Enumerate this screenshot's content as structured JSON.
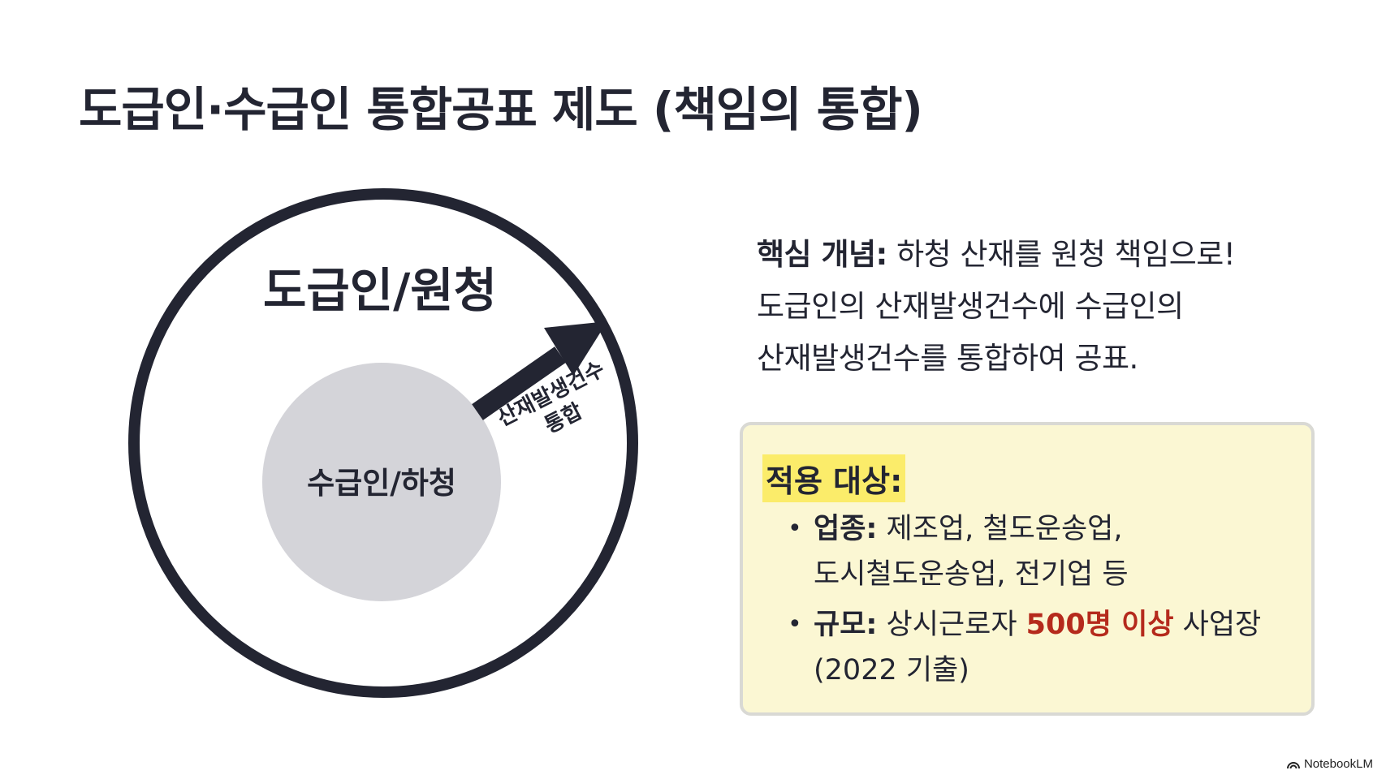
{
  "title": "도급인·수급인 통합공표 제도 (책임의 통합)",
  "diagram": {
    "outer_label": "도급인/원청",
    "inner_label": "수급인/하청",
    "arrow_label_line1": "산재발생건수",
    "arrow_label_line2": "통합",
    "outer_ring_color": "#232532",
    "inner_circle_color": "#d4d4d9",
    "arrow_color": "#232532"
  },
  "concept": {
    "label": "핵심 개념:",
    "line1_rest": " 하청 산재를 원청 책임으로!",
    "line2": "도급인의 산재발생건수에 수급인의",
    "line3": "산재발생건수를 통합하여 공표."
  },
  "apply": {
    "heading": "적용 대상:",
    "items": [
      {
        "bullet": "•",
        "label": "업종:",
        "text1": " 제조업, 철도운송업,",
        "text2": "도시철도운송업, 전기업 등"
      },
      {
        "bullet": "•",
        "label": "규모:",
        "text1_pre": " 상시근로자 ",
        "text1_highlight": "500명 이상",
        "text1_post": " 사업장",
        "text2": "(2022 기출)"
      }
    ],
    "box_color": "#fbf7d3",
    "heading_highlight_color": "#fbec6a",
    "emphasis_color": "#b52a1c"
  },
  "watermark": {
    "text": "NotebookLM",
    "icon": "notebooklm-logo-icon"
  }
}
